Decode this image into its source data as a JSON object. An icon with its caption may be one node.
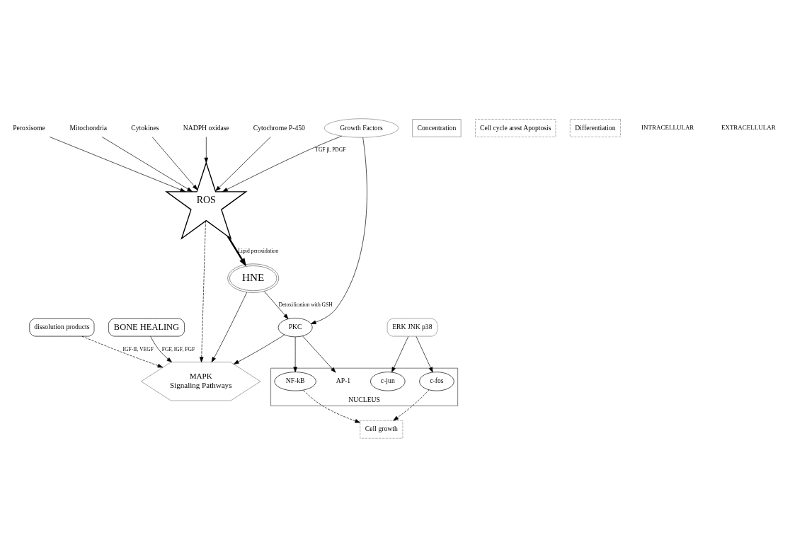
{
  "diagram": {
    "nodes": [
      {
        "text": [
          "NADPH oxidase"
        ]
      },
      {
        "text": [
          "Cytochrome P-450"
        ]
      },
      {
        "text": [
          "Peroxisome"
        ]
      },
      {
        "text": [
          "Mitochondria"
        ]
      },
      {
        "text": [
          "Cytokines"
        ]
      },
      {
        "text": [
          "ROS"
        ]
      },
      {
        "text": [
          "Growth Factors"
        ]
      },
      {
        "text": [
          "dissolution products"
        ]
      },
      {
        "text": [
          "HNE"
        ]
      },
      {
        "text": [
          "MAPK",
          "Signaling Pathways"
        ]
      },
      {
        "text": [
          "BONE HEALING"
        ]
      },
      {
        "text": [
          "ERK JNK p38"
        ]
      },
      {
        "text": [
          "PKC"
        ]
      },
      {
        "text": [
          "Concentration"
        ]
      },
      {
        "text": [
          "Cell cycle arest Apoptosis"
        ]
      },
      {
        "text": [
          "Differentiation"
        ]
      },
      {
        "text": [
          "Cell growth"
        ]
      },
      {
        "text": [
          "NUCLEUS"
        ]
      },
      {
        "text": [
          "AP-1"
        ],
        "in": 17
      },
      {
        "text": [
          "c-fos"
        ],
        "in": 17
      },
      {
        "text": [
          "c-jun"
        ],
        "in": 17
      },
      {
        "text": [
          "NF-kB"
        ],
        "in": 17
      }
    ],
    "edges": [
      {
        "from": 0,
        "to": 5,
        "arrow": "to"
      },
      {
        "from": 1,
        "to": 5,
        "arrow": "to"
      },
      {
        "from": 2,
        "to": 5,
        "arrow": "to"
      },
      {
        "from": 3,
        "to": 5,
        "arrow": "to"
      },
      {
        "from": 4,
        "to": 5,
        "arrow": "to"
      },
      {
        "from": 6,
        "to": 5,
        "arrow": "to",
        "label": "TGF β, PDGF"
      },
      {
        "from": 5,
        "to": 8,
        "arrow": "to",
        "label": "Lipid peroxidation",
        "style": "thick"
      },
      {
        "from": 5,
        "to": 9,
        "arrow": "to",
        "style": "dashed"
      },
      {
        "from": 7,
        "to": 9,
        "arrow": "to",
        "label": "IGF-II, VEGF",
        "style": "dashed"
      },
      {
        "from": 10,
        "to": 9,
        "arrow": "to",
        "label": "FGF, IGF, FGF"
      },
      {
        "from": 8,
        "to": 9,
        "arrow": "to"
      },
      {
        "from": 6,
        "to": 12,
        "arrow": "to"
      },
      {
        "from": 8,
        "to": 12,
        "arrow": "to",
        "label": "Detoxification with GSH"
      },
      {
        "from": 12,
        "to": 9,
        "arrow": "to"
      },
      {
        "from": 11,
        "to": 19,
        "arrow": "to"
      },
      {
        "from": 11,
        "to": 20,
        "arrow": "to"
      },
      {
        "from": 12,
        "to": 18,
        "arrow": "to"
      },
      {
        "from": 12,
        "to": 21,
        "arrow": "to"
      },
      {
        "from": 19,
        "to": 16,
        "arrow": "to",
        "style": "dashed"
      },
      {
        "from": 21,
        "to": 16,
        "arrow": "to",
        "style": "dashed"
      }
    ],
    "labels": [
      "INTRACELLULAR",
      "EXTRACELLULAR"
    ]
  }
}
